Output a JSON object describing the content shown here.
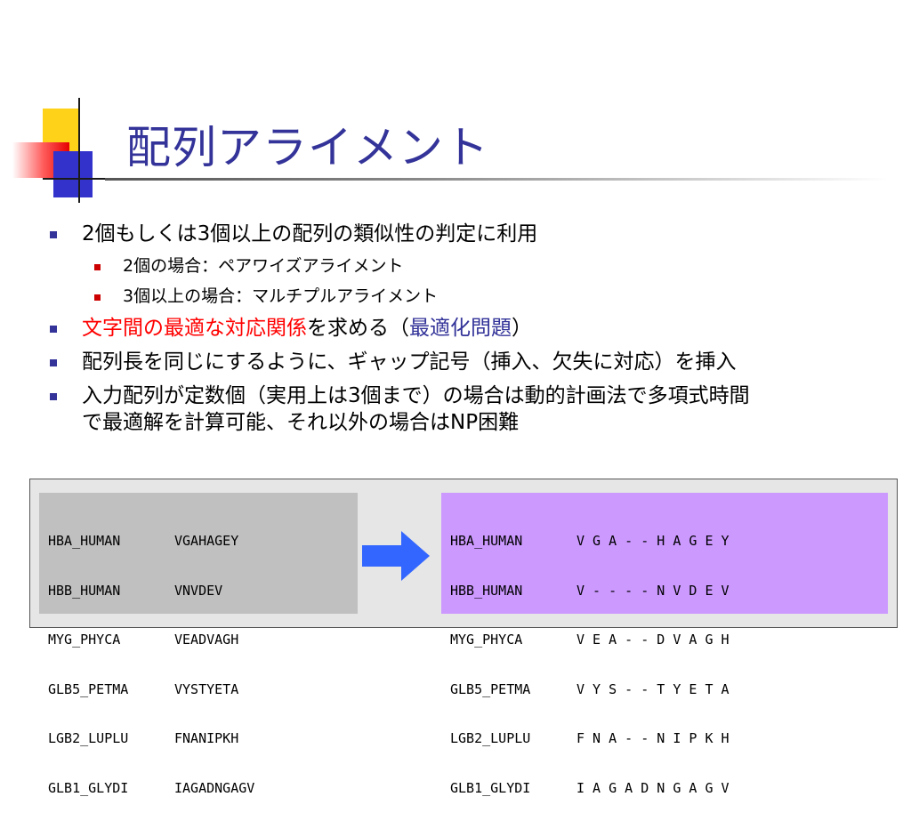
{
  "slide": {
    "title": "配列アライメント",
    "bullets": [
      {
        "text": "2個もしくは3個以上の配列の類似性の判定に利用",
        "sub": [
          "2個の場合：ペアワイズアライメント",
          "3個以上の場合：マルチプルアライメント"
        ]
      },
      {
        "parts": {
          "red": "文字間の最適な対応関係",
          "mid": "を求める（",
          "blue": "最適化問題",
          "end": "）"
        }
      },
      {
        "text": "配列長を同じにするように、ギャップ記号（挿入、欠失に対応）を挿入"
      },
      {
        "line1": "入力配列が定数個（実用上は3個まで）の場合は動的計画法で多項式時間",
        "line2": "で最適解を計算可能、それ以外の場合はNP困難"
      }
    ]
  },
  "input_sequences": [
    {
      "name": "HBA_HUMAN",
      "seq": "VGAHAGEY"
    },
    {
      "name": "HBB_HUMAN",
      "seq": "VNVDEV"
    },
    {
      "name": "MYG_PHYCA",
      "seq": "VEADVAGH"
    },
    {
      "name": "GLB5_PETMA",
      "seq": "VYSTYETA"
    },
    {
      "name": "LGB2_LUPLU",
      "seq": "FNANIPKH"
    },
    {
      "name": "GLB1_GLYDI",
      "seq": "IAGADNGAGV"
    }
  ],
  "aligned_sequences": [
    {
      "name": "HBA_HUMAN",
      "seq": "V G A - - H A G E Y"
    },
    {
      "name": "HBB_HUMAN",
      "seq": "V - - - - N V D E V"
    },
    {
      "name": "MYG_PHYCA",
      "seq": "V E A - - D V A G H"
    },
    {
      "name": "GLB5_PETMA",
      "seq": "V Y S - - T Y E T A"
    },
    {
      "name": "LGB2_LUPLU",
      "seq": "F N A - - N I P K H"
    },
    {
      "name": "GLB1_GLYDI",
      "seq": "I A G A D N G A G V"
    }
  ],
  "colors": {
    "title": "#333399",
    "highlight_red": "#ff0000",
    "arrow": "#3366ff",
    "aligned_bg": "#cc99ff"
  }
}
